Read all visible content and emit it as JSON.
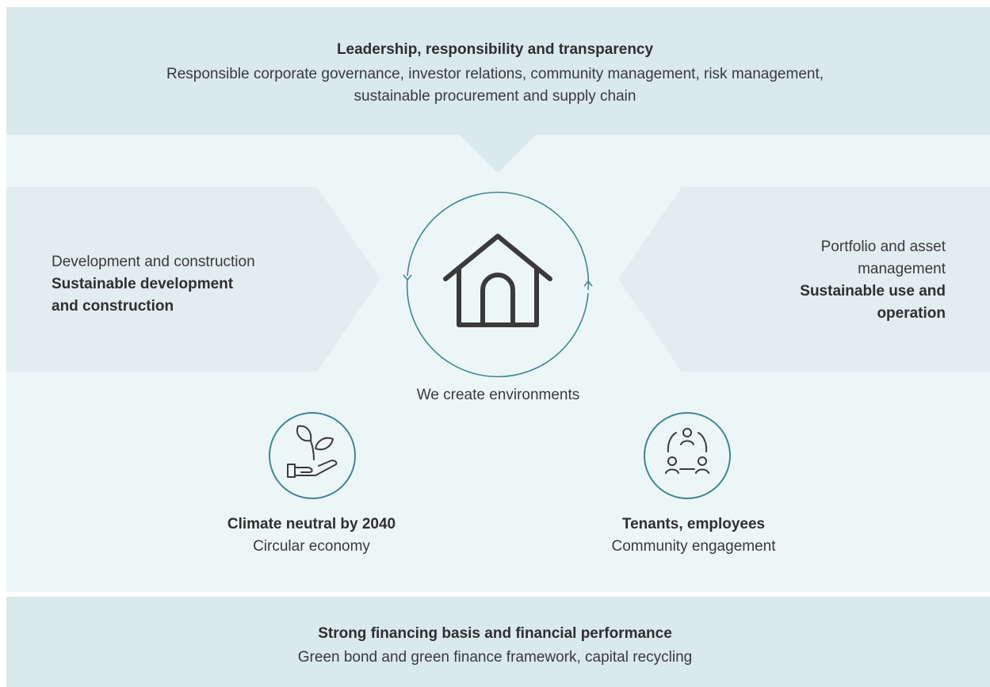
{
  "top": {
    "title": "Leadership, responsibility and transparency",
    "line1": "Responsible corporate governance, investor relations, community management, risk management,",
    "line2": "sustainable procurement and supply chain"
  },
  "left": {
    "heading": "Development and construction",
    "bold1": "Sustainable development",
    "bold2": "and construction"
  },
  "right": {
    "heading1": "Portfolio and asset",
    "heading2": "management",
    "bold1": "Sustainable use and",
    "bold2": "operation"
  },
  "center": {
    "caption": "We create environments",
    "icon": "house-icon"
  },
  "pillars": [
    {
      "icon": "plant-in-hand-icon",
      "title": "Climate neutral by 2040",
      "subtitle": "Circular economy"
    },
    {
      "icon": "people-circle-icon",
      "title": "Tenants, employees",
      "subtitle": "Community engagement"
    }
  ],
  "bottom": {
    "title": "Strong financing basis and financial performance",
    "text": "Green bond and green finance framework, capital recycling"
  },
  "colors": {
    "band": "#d9e9ec",
    "panel": "#e2edf0",
    "background": "#edf6f7",
    "accent": "#3f878b",
    "icon_stroke": "#3a3a3a"
  }
}
